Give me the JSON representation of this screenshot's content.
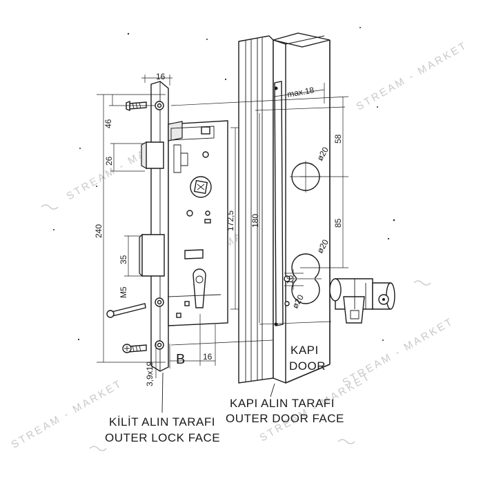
{
  "dimensions": {
    "faceplate_width": "16",
    "top_hole_offset": "46",
    "latch_height": "26",
    "total_height": "240",
    "deadbolt_height": "35",
    "screw_thread": "M5",
    "body_height": "172,5",
    "backset_symbol": "B",
    "bottom_offset": "16",
    "screw_size": "3,9x19",
    "slot_height": "180",
    "max_depth": "max.18",
    "top_to_spindle": "58",
    "spindle_to_cylinder": "85",
    "spindle_hole": "ø20",
    "cylinder_hole": "ø20",
    "cylinder_gap": "16",
    "bottom_hole": "ø20"
  },
  "labels": {
    "door_tr": "KAPI",
    "door_en": "DOOR",
    "door_face_tr": "KAPI ALIN TARAFI",
    "door_face_en": "OUTER DOOR FACE",
    "lock_face_tr": "KİLİT ALIN TARAFI",
    "lock_face_en": "OUTER LOCK FACE"
  },
  "watermark": {
    "text": "STREAM - MARKET"
  }
}
